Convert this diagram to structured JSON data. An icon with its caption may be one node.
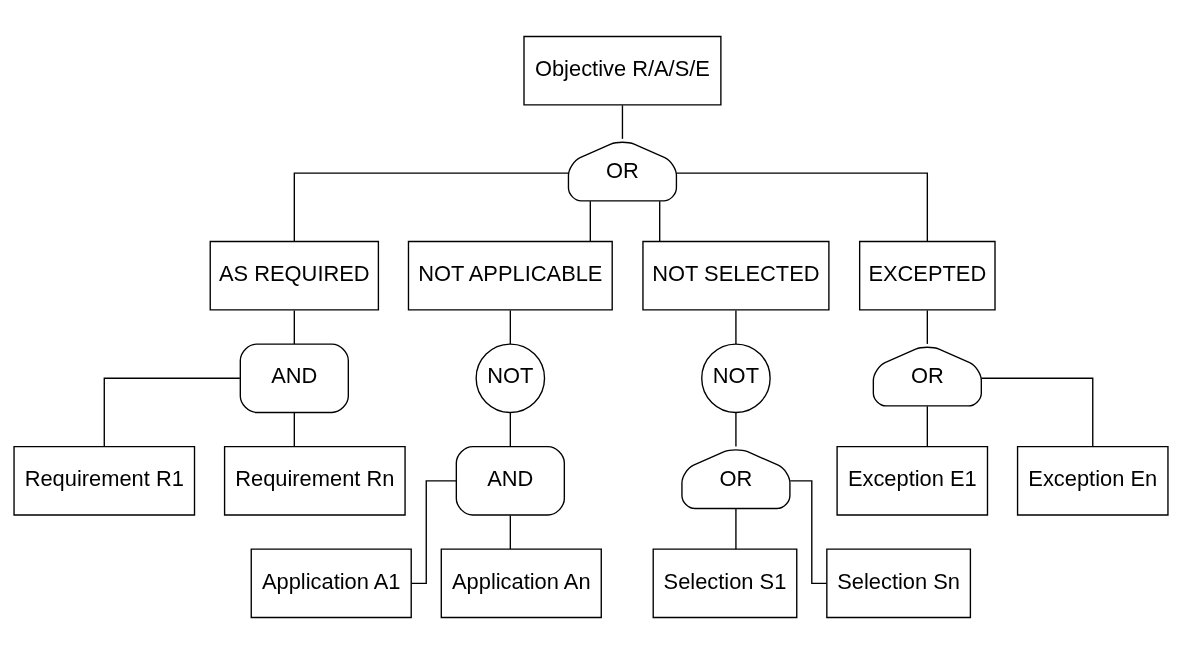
{
  "diagram": {
    "nodes": [
      {
        "text": [
          "Objective R/A/S/E"
        ]
      },
      {
        "text": [
          "OR"
        ]
      },
      {
        "text": [
          "AS REQUIRED"
        ]
      },
      {
        "text": [
          "NOT APPLICABLE"
        ]
      },
      {
        "text": [
          "NOT SELECTED"
        ]
      },
      {
        "text": [
          "EXCEPTED"
        ]
      },
      {
        "text": [
          "AND"
        ]
      },
      {
        "text": [
          "NOT"
        ]
      },
      {
        "text": [
          "AND"
        ]
      },
      {
        "text": [
          "NOT"
        ]
      },
      {
        "text": [
          "OR"
        ]
      },
      {
        "text": [
          "OR"
        ]
      },
      {
        "text": [
          "Requirement R1"
        ]
      },
      {
        "text": [
          "Requirement Rn"
        ]
      },
      {
        "text": [
          "Application A1"
        ]
      },
      {
        "text": [
          "Application An"
        ]
      },
      {
        "text": [
          "Selection S1"
        ]
      },
      {
        "text": [
          "Selection Sn"
        ]
      },
      {
        "text": [
          "Exception E1"
        ]
      },
      {
        "text": [
          "Exception En"
        ]
      }
    ],
    "edges": [
      {
        "from": 0,
        "to": 1,
        "arrow": "none"
      },
      {
        "from": 1,
        "to": 2,
        "arrow": "none"
      },
      {
        "from": 1,
        "to": 3,
        "arrow": "none"
      },
      {
        "from": 1,
        "to": 4,
        "arrow": "none"
      },
      {
        "from": 1,
        "to": 5,
        "arrow": "none"
      },
      {
        "from": 2,
        "to": 6,
        "arrow": "none"
      },
      {
        "from": 3,
        "to": 7,
        "arrow": "none"
      },
      {
        "from": 7,
        "to": 8,
        "arrow": "none"
      },
      {
        "from": 4,
        "to": 9,
        "arrow": "none"
      },
      {
        "from": 9,
        "to": 10,
        "arrow": "none"
      },
      {
        "from": 5,
        "to": 11,
        "arrow": "none"
      },
      {
        "from": 6,
        "to": 12,
        "arrow": "none"
      },
      {
        "from": 6,
        "to": 13,
        "arrow": "none"
      },
      {
        "from": 8,
        "to": 14,
        "arrow": "none"
      },
      {
        "from": 8,
        "to": 15,
        "arrow": "none"
      },
      {
        "from": 10,
        "to": 16,
        "arrow": "none"
      },
      {
        "from": 10,
        "to": 17,
        "arrow": "none"
      },
      {
        "from": 11,
        "to": 18,
        "arrow": "none"
      },
      {
        "from": 11,
        "to": 19,
        "arrow": "none"
      }
    ]
  }
}
